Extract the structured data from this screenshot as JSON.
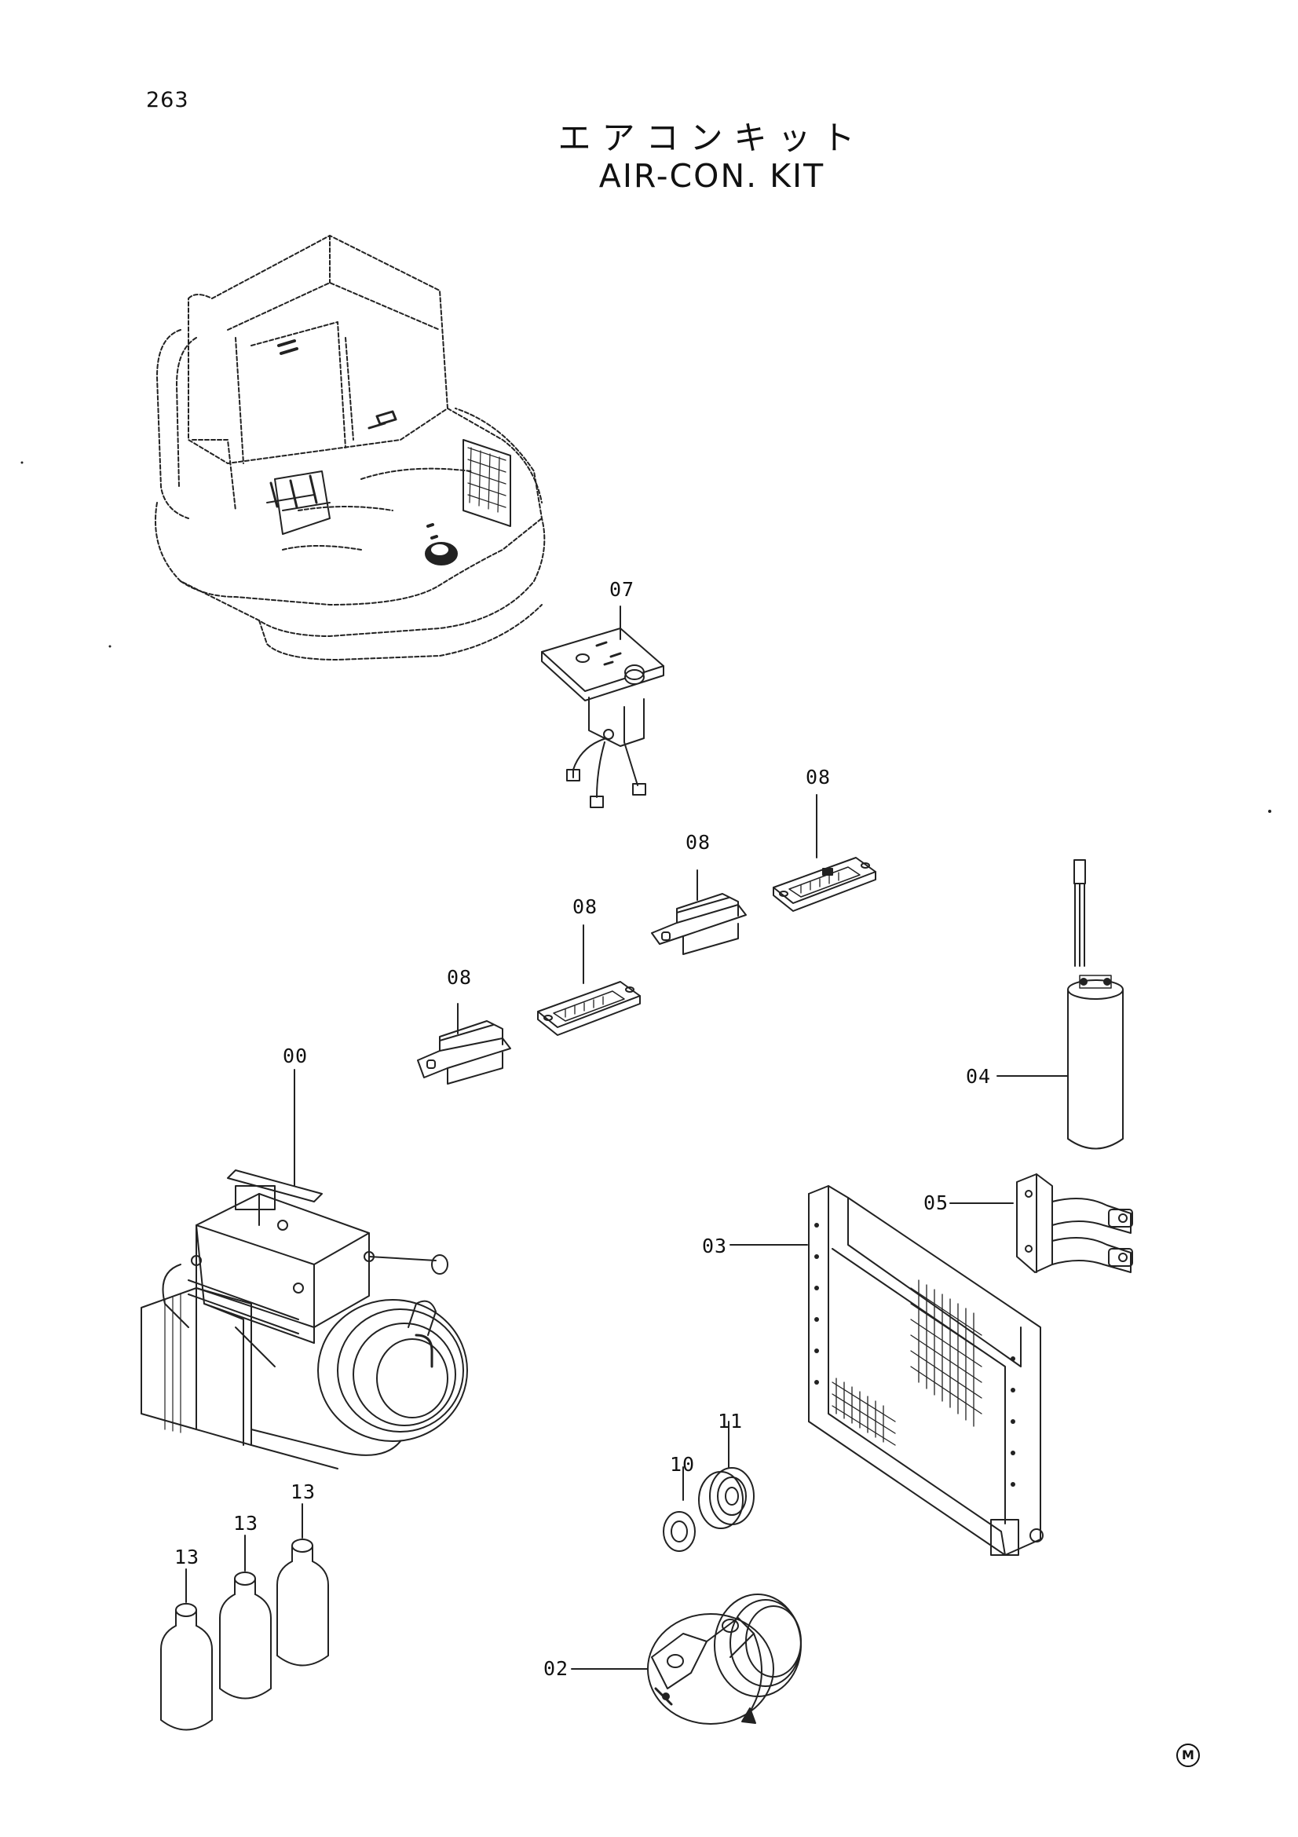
{
  "page_number": "263",
  "title_ja": "エアコンキット",
  "title_en": "AIR-CON. KIT",
  "mark": "M",
  "callouts": {
    "c07": "07",
    "c08a": "08",
    "c08b": "08",
    "c08c": "08",
    "c08d": "08",
    "c00": "00",
    "c04": "04",
    "c05": "05",
    "c03": "03",
    "c10": "10",
    "c11": "11",
    "c13a": "13",
    "c13b": "13",
    "c13c": "13",
    "c02": "02"
  }
}
